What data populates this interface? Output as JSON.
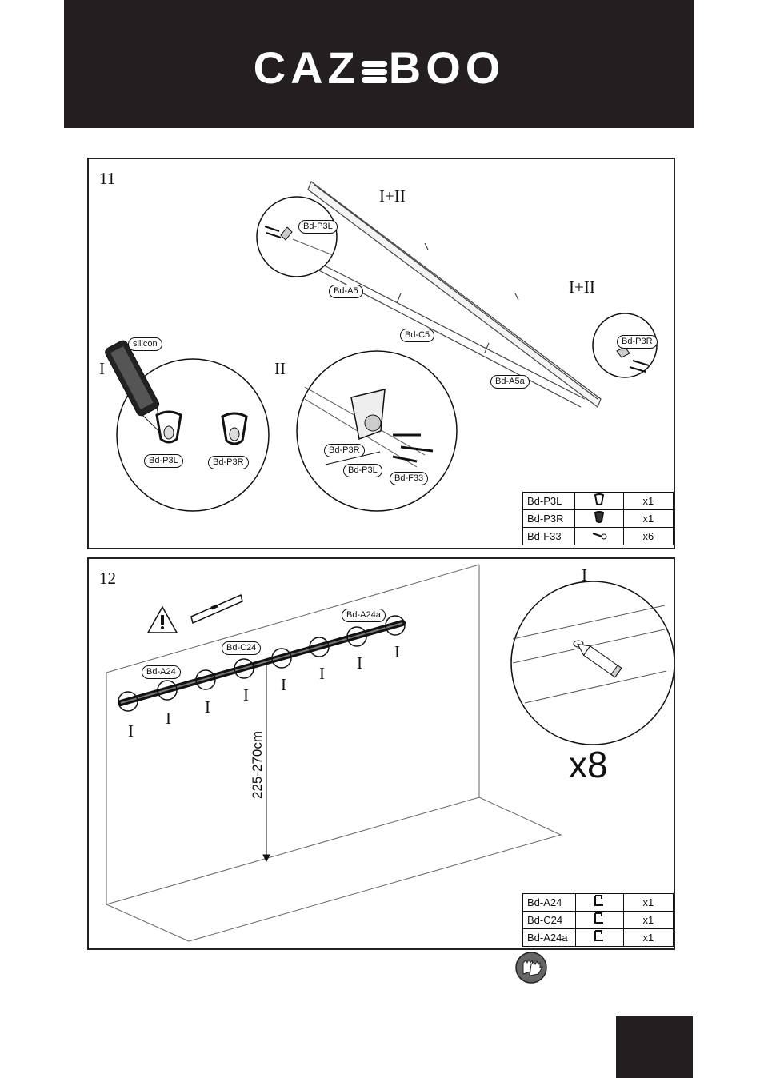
{
  "brand": {
    "logo_left": "CAZ",
    "logo_right": "BOO"
  },
  "step11": {
    "number": "11",
    "labels": {
      "i_plus_ii_top": "I+II",
      "i_plus_ii_right": "I+II",
      "roman_i": "I",
      "roman_ii": "II"
    },
    "tags": {
      "bd_p3l_detail": "Bd-P3L",
      "bd_a5": "Bd-A5",
      "bd_c5": "Bd-C5",
      "bd_a5a": "Bd-A5a",
      "bd_p3r_detail": "Bd-P3R",
      "silicon": "silicon",
      "bd_p3l_i": "Bd-P3L",
      "bd_p3r_i": "Bd-P3R",
      "bd_p3r_ii": "Bd-P3R",
      "bd_p3l_ii": "Bd-P3L",
      "bd_f33_ii": "Bd-F33"
    },
    "parts": [
      {
        "code": "Bd-P3L",
        "icon": "hook-left-icon",
        "qty": "x1"
      },
      {
        "code": "Bd-P3R",
        "icon": "hook-right-icon",
        "qty": "x1"
      },
      {
        "code": "Bd-F33",
        "icon": "screw-icon",
        "qty": "x6"
      }
    ]
  },
  "step12": {
    "number": "12",
    "detail_label": "I",
    "repeat": "x8",
    "height": "225-270cm",
    "tags": {
      "bd_a24": "Bd-A24",
      "bd_c24": "Bd-C24",
      "bd_a24a": "Bd-A24a"
    },
    "markers": [
      "I",
      "I",
      "I",
      "I",
      "I",
      "I",
      "I",
      "I"
    ],
    "parts": [
      {
        "code": "Bd-A24",
        "icon": "rail-profile-icon",
        "qty": "x1"
      },
      {
        "code": "Bd-C24",
        "icon": "rail-profile-icon",
        "qty": "x1"
      },
      {
        "code": "Bd-A24a",
        "icon": "rail-profile-icon",
        "qty": "x1"
      }
    ]
  },
  "footer": {
    "icon": "gloves-icon"
  }
}
